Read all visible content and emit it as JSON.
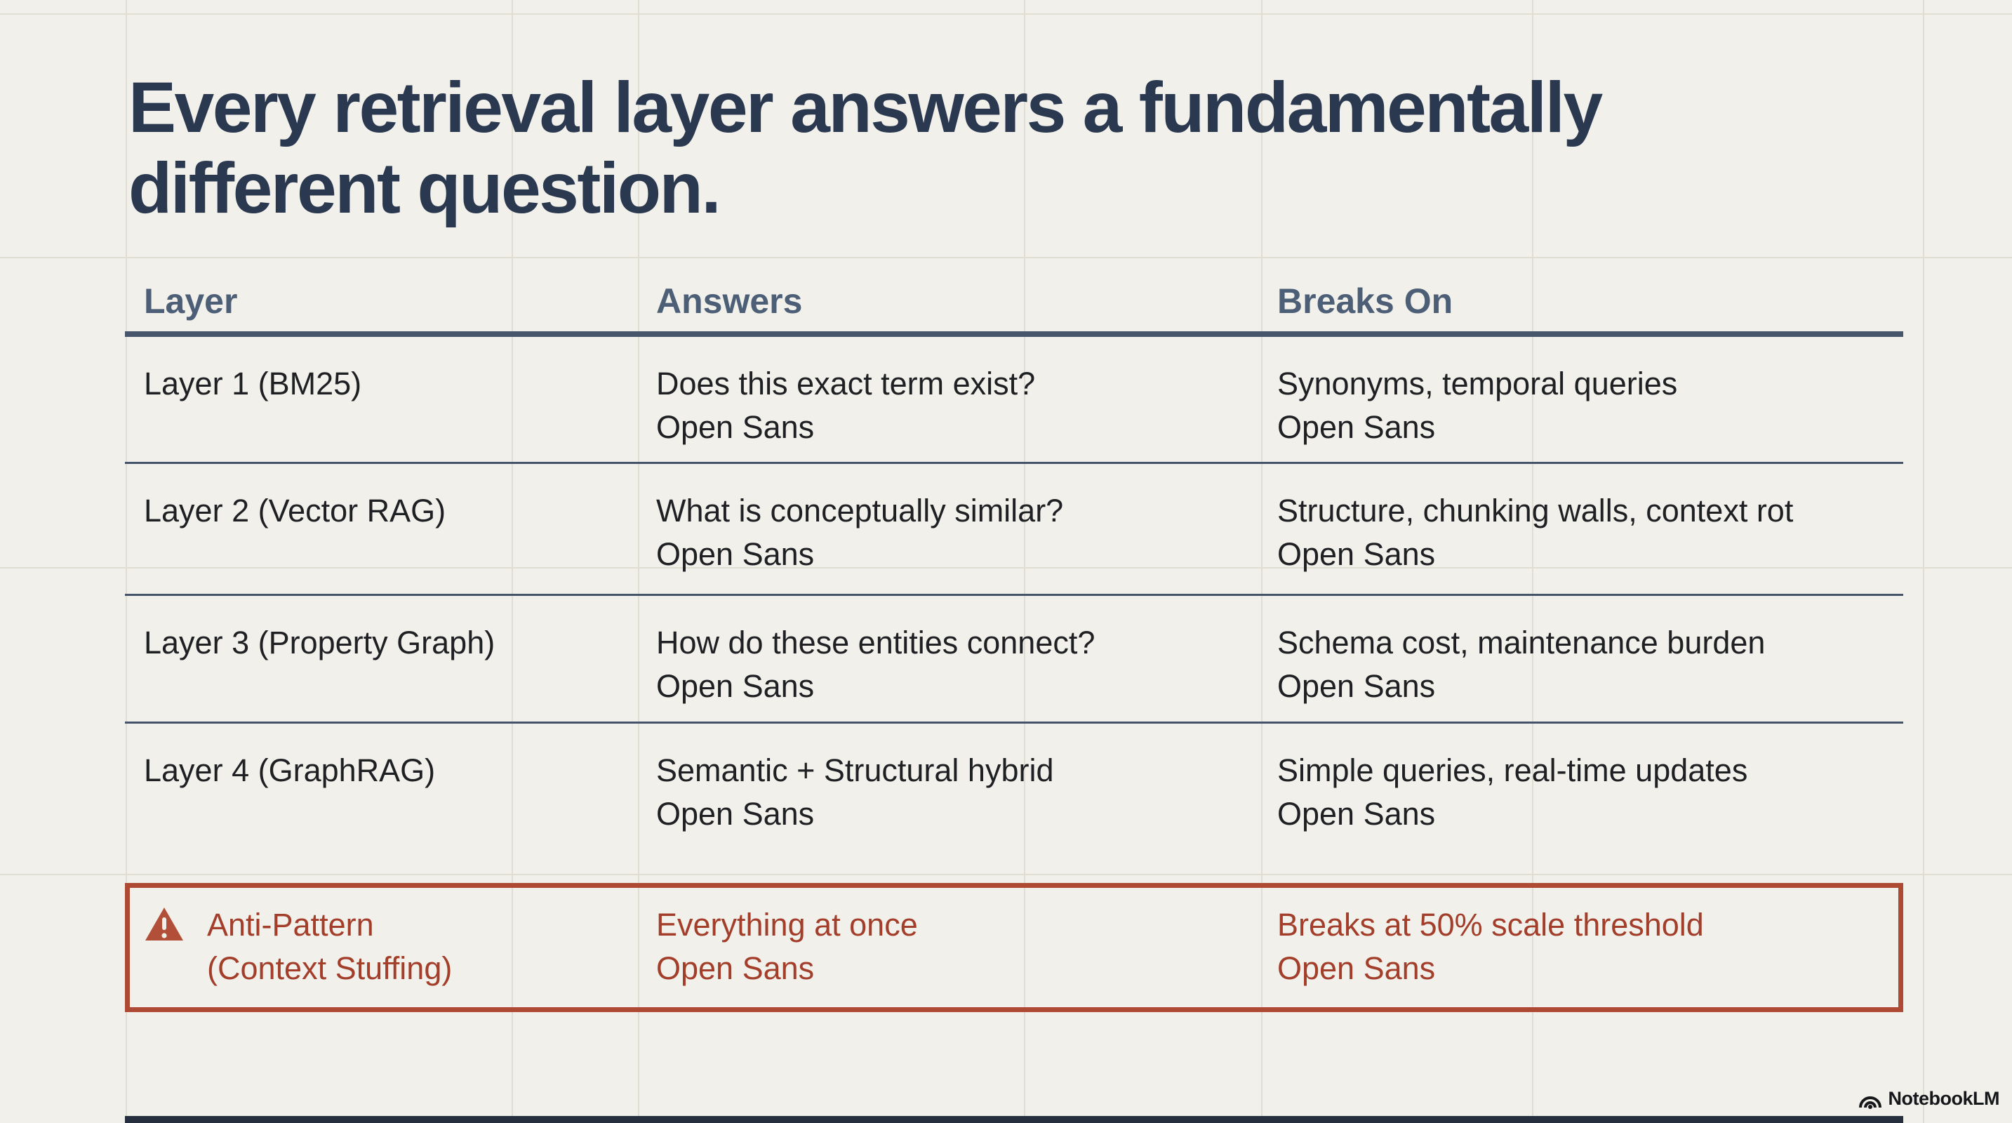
{
  "title": {
    "line1": "Every retrieval layer answers a fundamentally",
    "line2": "different question."
  },
  "table": {
    "headers": {
      "layer": "Layer",
      "answers": "Answers",
      "breaks": "Breaks On"
    },
    "rows": [
      {
        "layer": "Layer 1 (BM25)",
        "answers": "Does this exact term exist?",
        "answers_sub": "Open Sans",
        "breaks": "Synonyms, temporal queries",
        "breaks_sub": "Open Sans"
      },
      {
        "layer": "Layer 2 (Vector RAG)",
        "answers": "What is conceptually similar?",
        "answers_sub": "Open Sans",
        "breaks": "Structure, chunking walls, context rot",
        "breaks_sub": "Open Sans"
      },
      {
        "layer": "Layer 3 (Property Graph)",
        "answers": "How do these entities connect?",
        "answers_sub": "Open Sans",
        "breaks": "Schema cost, maintenance burden",
        "breaks_sub": "Open Sans"
      },
      {
        "layer": "Layer 4 (GraphRAG)",
        "answers": "Semantic + Structural hybrid",
        "answers_sub": "Open Sans",
        "breaks": "Simple queries, real-time updates",
        "breaks_sub": "Open Sans"
      }
    ]
  },
  "anti_pattern": {
    "icon": "warning-triangle-icon",
    "layer_line1": "Anti-Pattern",
    "layer_line2": "(Context Stuffing)",
    "answers": "Everything at once",
    "answers_sub": "Open Sans",
    "breaks": "Breaks at 50% scale threshold",
    "breaks_sub": "Open Sans"
  },
  "footer": {
    "brand": "NotebookLM"
  },
  "colors": {
    "background": "#f1f0ea",
    "title_text": "#2b3950",
    "header_text": "#4d5f77",
    "rule": "#47566b",
    "body_text": "#1f2023",
    "accent_red": "#ae4a33",
    "red_text": "#a33e2b",
    "bottom_bar": "#252f3e"
  }
}
